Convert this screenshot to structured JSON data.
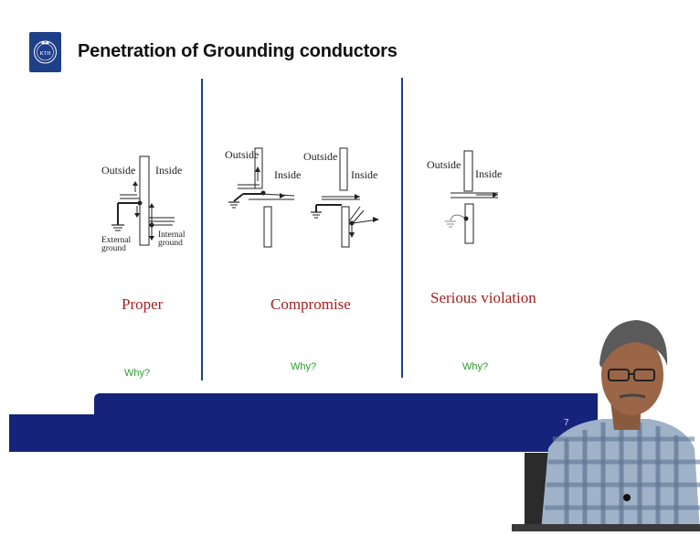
{
  "slide": {
    "title": "Penetration of Grounding conductors",
    "page_number": "7"
  },
  "panels": [
    {
      "labels": {
        "outside": "Outside",
        "inside": "Inside",
        "external_ground": [
          "External",
          "ground"
        ],
        "internal_ground": [
          "Internal",
          "ground"
        ]
      },
      "caption": "Proper",
      "question": "Why?"
    },
    {
      "labels": {
        "outside_a": "Outside",
        "inside_a": "Inside",
        "outside_b": "Outside",
        "inside_b": "Inside"
      },
      "caption": "Compromise",
      "question": "Why?"
    },
    {
      "labels": {
        "outside": "Outside",
        "inside": "Inside"
      },
      "caption": "Serious violation",
      "question": "Why?"
    }
  ],
  "colors": {
    "accent_blue": "#16237a",
    "caption_red": "#a31f1f",
    "question_green": "#2a9d2a"
  }
}
